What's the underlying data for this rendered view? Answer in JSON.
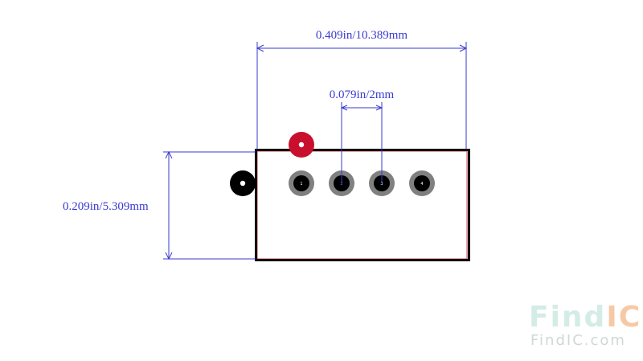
{
  "dimensions": {
    "width_label": "0.409in/10.389mm",
    "pitch_label": "0.079in/2mm",
    "height_label": "0.209in/5.309mm"
  },
  "pads": [
    {
      "label": "1"
    },
    {
      "label": "2"
    },
    {
      "label": "3"
    },
    {
      "label": "4"
    }
  ],
  "watermark": {
    "logo_find": "Find",
    "logo_ic": "IC",
    "site": "FindIC.com"
  },
  "colors": {
    "dimension": "#3a3ad0",
    "outline": "#000000",
    "courtyard": "#e06070",
    "pin1_marker": "#c8102e",
    "pad_ring": "#808080",
    "pad_hole": "#000000",
    "watermark_find": "#d4ece6",
    "watermark_ic": "#f6c9a6"
  }
}
